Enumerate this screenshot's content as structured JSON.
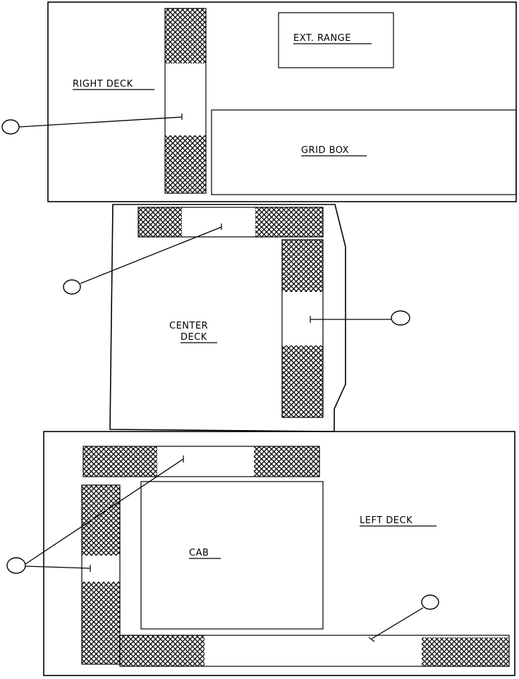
{
  "labels": {
    "right_deck": "RIGHT DECK",
    "ext_range": "EXT. RANGE",
    "grid_box": "GRID BOX",
    "center_deck_line1": "CENTER",
    "center_deck_line2": "DECK",
    "cab": "CAB",
    "left_deck": "LEFT DECK"
  },
  "colors": {
    "line": "#000000",
    "background": "#ffffff"
  }
}
